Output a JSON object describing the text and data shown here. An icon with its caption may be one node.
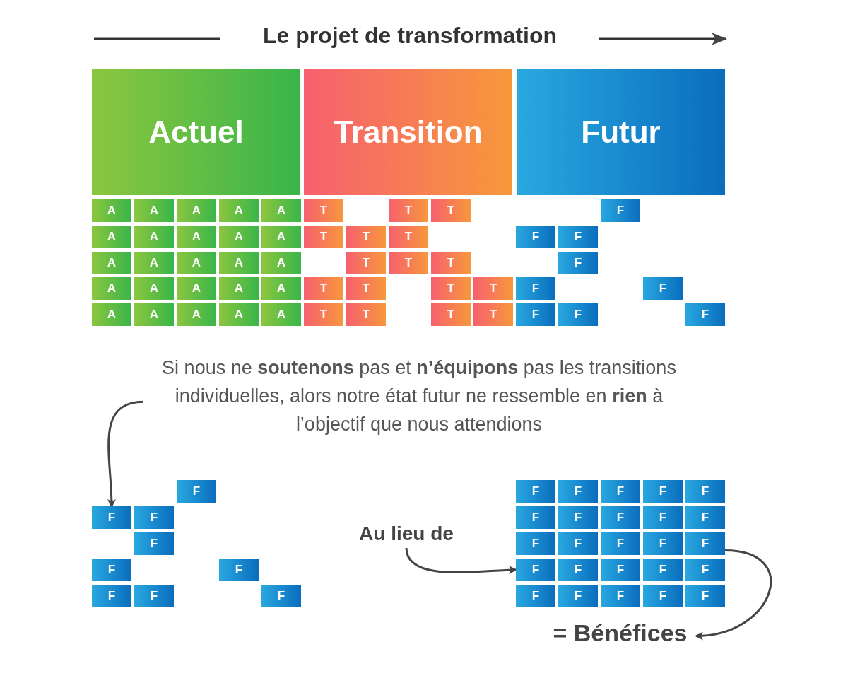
{
  "diagram": {
    "title": "Le projet de transformation",
    "nodes": [
      {
        "text": [
          "Actuel"
        ]
      },
      {
        "text": [
          "Transition"
        ]
      },
      {
        "text": [
          "Futur"
        ]
      },
      {
        "text": [
          "A"
        ]
      },
      {
        "text": [
          "A"
        ]
      },
      {
        "text": [
          "A"
        ]
      },
      {
        "text": [
          "A"
        ]
      },
      {
        "text": [
          "A"
        ]
      },
      {
        "text": [
          "T"
        ]
      },
      {
        "text": [
          "T"
        ]
      },
      {
        "text": [
          "T"
        ]
      },
      {
        "text": [
          "F"
        ]
      },
      {
        "text": [
          "A"
        ]
      },
      {
        "text": [
          "A"
        ]
      },
      {
        "text": [
          "A"
        ]
      },
      {
        "text": [
          "A"
        ]
      },
      {
        "text": [
          "A"
        ]
      },
      {
        "text": [
          "T"
        ]
      },
      {
        "text": [
          "T"
        ]
      },
      {
        "text": [
          "T"
        ]
      },
      {
        "text": [
          "F"
        ]
      },
      {
        "text": [
          "F"
        ]
      },
      {
        "text": [
          "A"
        ]
      },
      {
        "text": [
          "A"
        ]
      },
      {
        "text": [
          "A"
        ]
      },
      {
        "text": [
          "A"
        ]
      },
      {
        "text": [
          "A"
        ]
      },
      {
        "text": [
          "T"
        ]
      },
      {
        "text": [
          "T"
        ]
      },
      {
        "text": [
          "T"
        ]
      },
      {
        "text": [
          "F"
        ]
      },
      {
        "text": [
          "A"
        ]
      },
      {
        "text": [
          "A"
        ]
      },
      {
        "text": [
          "A"
        ]
      },
      {
        "text": [
          "A"
        ]
      },
      {
        "text": [
          "A"
        ]
      },
      {
        "text": [
          "T"
        ]
      },
      {
        "text": [
          "T"
        ]
      },
      {
        "text": [
          "T"
        ]
      },
      {
        "text": [
          "T"
        ]
      },
      {
        "text": [
          "F"
        ]
      },
      {
        "text": [
          "F"
        ]
      },
      {
        "text": [
          "A"
        ]
      },
      {
        "text": [
          "A"
        ]
      },
      {
        "text": [
          "A"
        ]
      },
      {
        "text": [
          "A"
        ]
      },
      {
        "text": [
          "A"
        ]
      },
      {
        "text": [
          "T"
        ]
      },
      {
        "text": [
          "T"
        ]
      },
      {
        "text": [
          "T"
        ]
      },
      {
        "text": [
          "T"
        ]
      },
      {
        "text": [
          "F"
        ]
      },
      {
        "text": [
          "F"
        ]
      },
      {
        "text": [
          "F"
        ]
      },
      {
        "text": [
          "Si nous ne **soutenons** pas et **n’équipons** pas les transitions individuelles, alors notre état futur ne ressemble en **rien** à l’objectif que nous attendions"
        ]
      },
      {
        "text": [
          "F"
        ]
      },
      {
        "text": [
          "F"
        ]
      },
      {
        "text": [
          "F"
        ]
      },
      {
        "text": [
          "F"
        ]
      },
      {
        "text": [
          "F"
        ]
      },
      {
        "text": [
          "F"
        ]
      },
      {
        "text": [
          "F"
        ]
      },
      {
        "text": [
          "F"
        ]
      },
      {
        "text": [
          "F"
        ]
      },
      {
        "text": [
          "Au lieu de"
        ]
      },
      {
        "text": [
          "F"
        ]
      },
      {
        "text": [
          "F"
        ]
      },
      {
        "text": [
          "F"
        ]
      },
      {
        "text": [
          "F"
        ]
      },
      {
        "text": [
          "F"
        ]
      },
      {
        "text": [
          "F"
        ]
      },
      {
        "text": [
          "F"
        ]
      },
      {
        "text": [
          "F"
        ]
      },
      {
        "text": [
          "F"
        ]
      },
      {
        "text": [
          "F"
        ]
      },
      {
        "text": [
          "F"
        ]
      },
      {
        "text": [
          "F"
        ]
      },
      {
        "text": [
          "F"
        ]
      },
      {
        "text": [
          "F"
        ]
      },
      {
        "text": [
          "F"
        ]
      },
      {
        "text": [
          "F"
        ]
      },
      {
        "text": [
          "F"
        ]
      },
      {
        "text": [
          "F"
        ]
      },
      {
        "text": [
          "F"
        ]
      },
      {
        "text": [
          "F"
        ]
      },
      {
        "text": [
          "F"
        ]
      },
      {
        "text": [
          "F"
        ]
      },
      {
        "text": [
          "F"
        ]
      },
      {
        "text": [
          "F"
        ]
      },
      {
        "text": [
          "F"
        ]
      },
      {
        "text": [
          "= Bénéfices"
        ]
      }
    ],
    "edges": [
      {
        "from": 54,
        "to": 56,
        "arrow": "to"
      },
      {
        "from": 64,
        "to": 80,
        "arrow": "to"
      },
      {
        "from": 79,
        "to": 90,
        "arrow": "to"
      }
    ]
  }
}
